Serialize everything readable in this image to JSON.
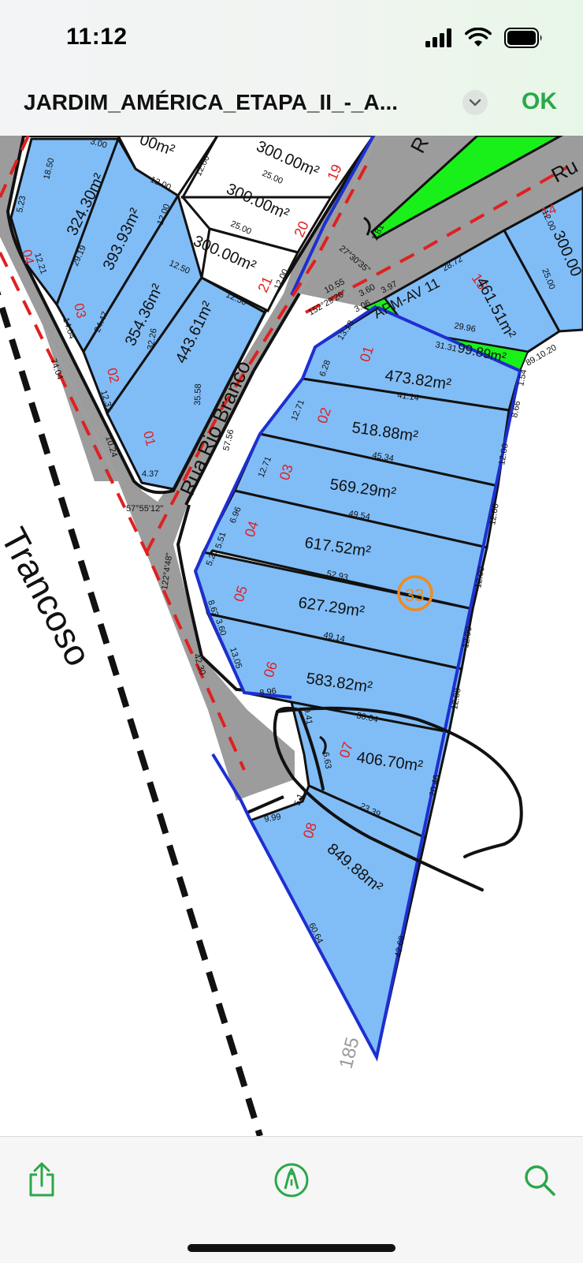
{
  "status_bar": {
    "time": "11:12"
  },
  "nav": {
    "title": "JARDIM_AMÉRICA_ETAPA_II_-_A...",
    "done_label": "OK",
    "accent_color": "#2aa84a"
  },
  "map": {
    "block_number": "33",
    "street_labels": [
      "Rua Rio Branco",
      "Trancoso",
      "Ru",
      "R"
    ],
    "area_label": "APM-AV 11",
    "area_value": "99.89m²",
    "bearing_labels": [
      "57°55'12\"",
      "122°4'48\"",
      "152°29'26\"",
      "27°30'35\""
    ],
    "right_lots": [
      {
        "number": "01",
        "area": "473.82m²"
      },
      {
        "number": "02",
        "area": "518.88m²"
      },
      {
        "number": "03",
        "area": "569.29m²"
      },
      {
        "number": "04",
        "area": "617.52m²"
      },
      {
        "number": "05",
        "area": "627.29m²"
      },
      {
        "number": "06",
        "area": "583.82m²"
      },
      {
        "number": "07",
        "area": "406.70m²"
      },
      {
        "number": "08",
        "area": "849.88m²"
      }
    ],
    "left_lots": [
      {
        "number": "04",
        "area": "324.30m²"
      },
      {
        "number": "03",
        "area": "393.93m²"
      },
      {
        "number": "02",
        "area": "354.36m²"
      },
      {
        "number": "01",
        "area": "443.61m²"
      }
    ],
    "white_lots": [
      {
        "number": "19",
        "area": "300.00m²"
      },
      {
        "number": "20",
        "area": "300.00m²"
      },
      {
        "number": "21",
        "area": "300.00m²"
      },
      {
        "number": "",
        "area": "00m²"
      }
    ],
    "top_right_lots": [
      {
        "number": "15",
        "area": "461.51m²"
      },
      {
        "number": "14",
        "area": "300.00"
      }
    ],
    "dimensions": [
      "41.14",
      "45.34",
      "49.54",
      "52.93",
      "49.14",
      "30.04",
      "23.39",
      "12.00",
      "12.00",
      "12.00",
      "12.00",
      "12.00",
      "12.00",
      "20.46",
      "42.68",
      "60.64",
      "9.99",
      "8.96",
      "13.18",
      "12.71",
      "12.71",
      "6.96",
      "5.20",
      "8.63",
      "3.60",
      "13.05",
      "42.30",
      "74.04",
      "10.24",
      "4.37",
      "35.58",
      "32.26",
      "12.31",
      "14.04",
      "24.47",
      "29.19",
      "12.21",
      "5.23",
      "18.50",
      "3.00",
      "12.00",
      "12.00",
      "25.00",
      "25.00",
      "12.50",
      "12.50",
      "12.00",
      "12.00",
      "28.72",
      "29.96",
      "31.31",
      "25.00",
      "12.00",
      "8.66",
      "1.54",
      "10.55",
      "3.60",
      "3.97",
      "3.06",
      "6.28",
      "5.51",
      "9.41",
      "6.63",
      "5.1",
      "57.56",
      "1.81",
      "89.10.20"
    ],
    "plan_number": "185"
  },
  "toolbar": {
    "share_icon": "share-icon",
    "markup_icon": "markup-pen-icon",
    "search_icon": "search-icon"
  }
}
